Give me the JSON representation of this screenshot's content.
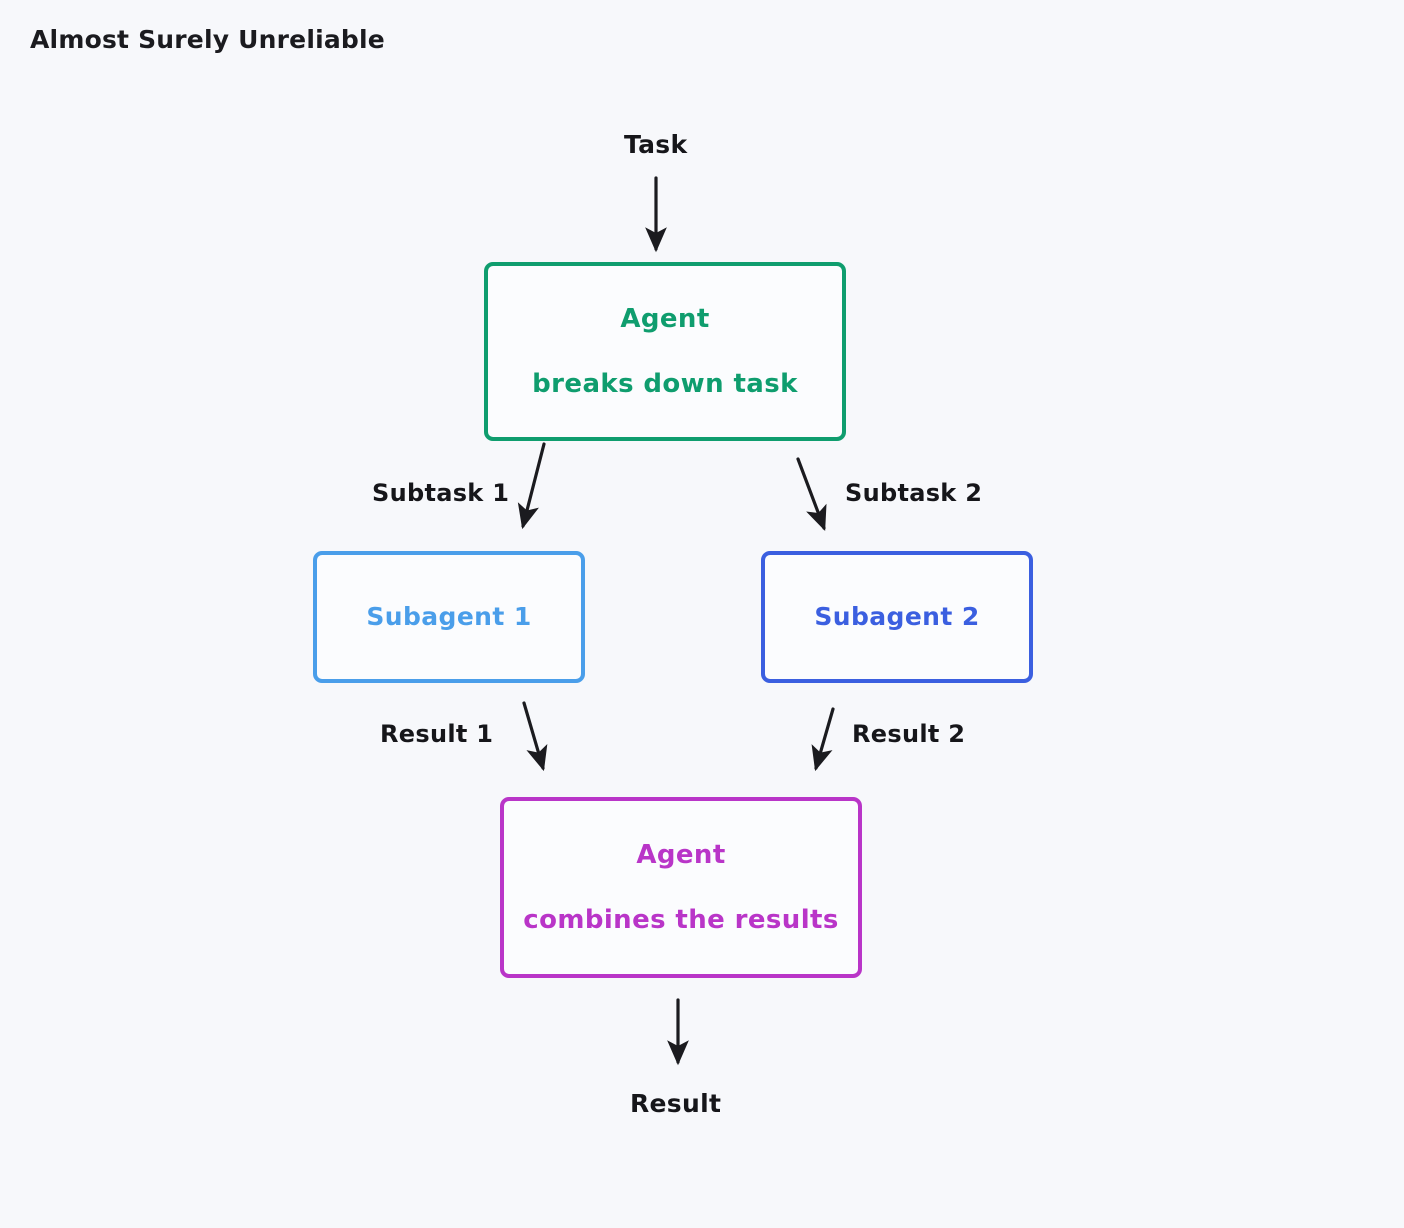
{
  "header": {
    "title": "Almost Surely Unreliable"
  },
  "diagram": {
    "type": "flowchart",
    "direction": "top-to-bottom",
    "background_color": "#f7f8fb",
    "edge_color": "#1b1b1f",
    "terminals": {
      "input_label": "Task",
      "output_label": "Result"
    },
    "nodes": [
      {
        "id": "agent-breakdown",
        "line1": "Agent",
        "line2": "breaks down task",
        "color": "#0f9d6e",
        "shape": "rounded-rect"
      },
      {
        "id": "subagent-1",
        "line1": "Subagent 1",
        "line2": "",
        "color": "#4a9eea",
        "shape": "rounded-rect"
      },
      {
        "id": "subagent-2",
        "line1": "Subagent 2",
        "line2": "",
        "color": "#3b5fe0",
        "shape": "rounded-rect"
      },
      {
        "id": "agent-combine",
        "line1": "Agent",
        "line2": "combines the results",
        "color": "#b935c8",
        "shape": "rounded-rect"
      }
    ],
    "edges": [
      {
        "id": "task-to-agent",
        "from": "Task",
        "to": "agent-breakdown",
        "label": ""
      },
      {
        "id": "agent-to-subagent-1",
        "from": "agent-breakdown",
        "to": "subagent-1",
        "label": "Subtask 1"
      },
      {
        "id": "agent-to-subagent-2",
        "from": "agent-breakdown",
        "to": "subagent-2",
        "label": "Subtask 2"
      },
      {
        "id": "subagent-1-to-combine",
        "from": "subagent-1",
        "to": "agent-combine",
        "label": "Result 1"
      },
      {
        "id": "subagent-2-to-combine",
        "from": "subagent-2",
        "to": "agent-combine",
        "label": "Result 2"
      },
      {
        "id": "combine-to-result",
        "from": "agent-combine",
        "to": "Result",
        "label": ""
      }
    ]
  }
}
